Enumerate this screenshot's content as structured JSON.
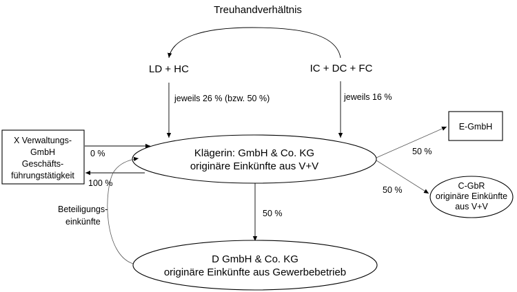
{
  "diagram": {
    "title": "Treuhandverhältnis",
    "nodes": {
      "ld_hc": "LD + HC",
      "ic_dc_fc": "IC + DC + FC",
      "x_gmbh": {
        "line1": "X Verwaltungs-",
        "line2": "GmbH",
        "line3": "Geschäfts-",
        "line4": "führungstätigkeit"
      },
      "klaegerin": {
        "line1": "Klägerin: GmbH & Co. KG",
        "line2": "originäre Einkünfte aus V+V"
      },
      "e_gmbh": "E-GmbH",
      "c_gbr": {
        "line1": "C-GbR",
        "line2": "originäre Einkünfte",
        "line3": "aus V+V"
      },
      "d_gmbh": {
        "line1": "D GmbH & Co. KG",
        "line2": "originäre Einkünfte aus Gewerbebetrieb"
      }
    },
    "edge_labels": {
      "ld_hc_share": "jeweils 26 % (bzw. 50 %)",
      "ic_share": "jeweils 16 %",
      "x_to_klaegerin": "0 %",
      "klaegerin_to_x": "100 %",
      "to_e_gmbh": "50 %",
      "to_c_gbr": "50 %",
      "to_d_gmbh": "50 %",
      "beteiligung_line1": "Beteiligungs-",
      "beteiligung_line2": "einkünfte"
    }
  }
}
